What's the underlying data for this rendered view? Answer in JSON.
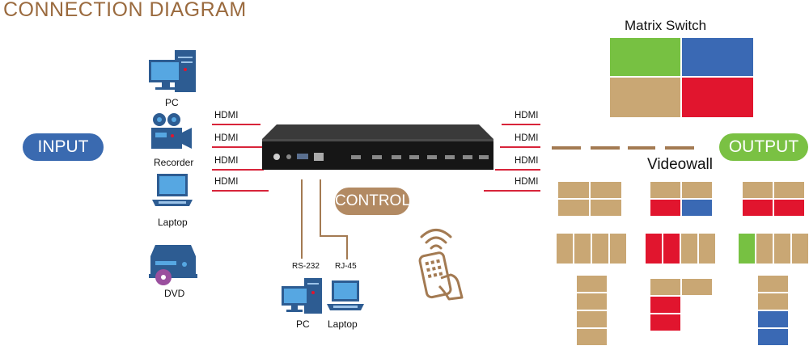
{
  "header": {
    "title": "CONNECTION DIAGRAM"
  },
  "labels": {
    "input": "INPUT",
    "output": "OUTPUT",
    "control": "CONTROL",
    "matrix_switch": "Matrix Switch",
    "videowall": "Videowall"
  },
  "sources": [
    {
      "name": "PC",
      "icon": "desktop-pc-icon"
    },
    {
      "name": "Recorder",
      "icon": "video-recorder-icon"
    },
    {
      "name": "Laptop",
      "icon": "laptop-icon"
    },
    {
      "name": "DVD",
      "icon": "dvd-player-icon"
    }
  ],
  "input_hdmi": [
    "HDMI",
    "HDMI",
    "HDMI",
    "HDMI"
  ],
  "output_hdmi": [
    "HDMI",
    "HDMI",
    "HDMI",
    "HDMI"
  ],
  "control_ports": [
    "RS-232",
    "RJ-45"
  ],
  "control_devices": [
    {
      "name": "PC",
      "icon": "desktop-pc-icon"
    },
    {
      "name": "Laptop",
      "icon": "laptop-icon"
    }
  ],
  "colors": {
    "brown": "#9a6a3e",
    "tan": "#c9a774",
    "red": "#e1152e",
    "blue": "#3a69b4",
    "green": "#77c142",
    "hdmi_line": "#d8243a"
  }
}
